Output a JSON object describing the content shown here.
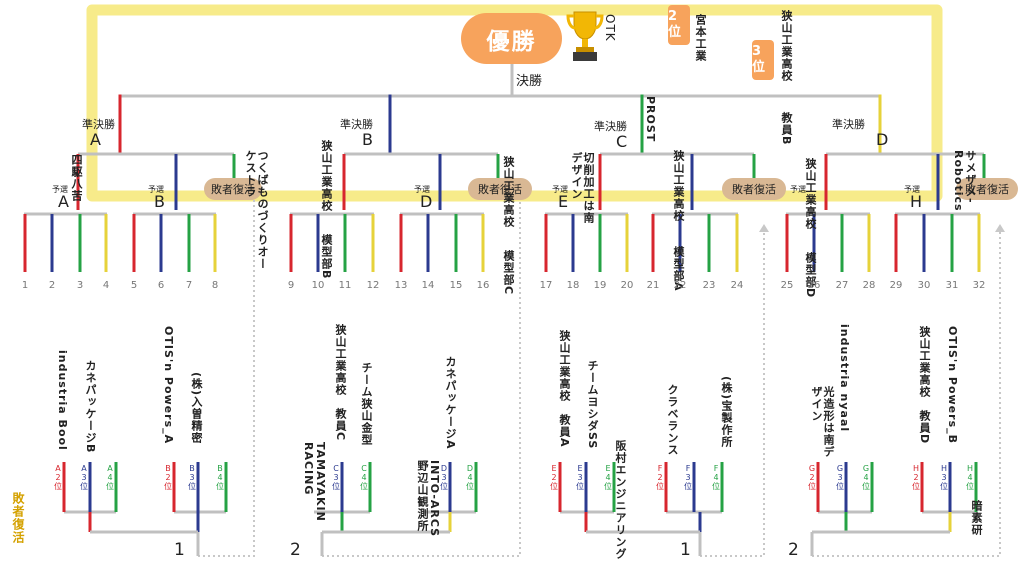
{
  "header": {
    "champion_label": "優勝",
    "champion_team": "OTK",
    "final_label": "決勝",
    "second_rank": "2位",
    "second_team": "宮本工業",
    "third_rank": "3位",
    "third_team_1": "狭山工業高校",
    "third_team_2": "教員B",
    "trophy_icon": "trophy-icon"
  },
  "semis": [
    {
      "label": "準決勝",
      "group": "A"
    },
    {
      "label": "準決勝",
      "group": "B"
    },
    {
      "label": "準決勝",
      "group": "C"
    },
    {
      "label": "準決勝",
      "group": "D"
    }
  ],
  "qualifiers": {
    "label": "予選",
    "groups": [
      "A",
      "B",
      "D",
      "E",
      "H"
    ]
  },
  "winners": {
    "a": "四駆八苦",
    "b": "つくばものづくりオーケストラ",
    "c": "狭山工業高校",
    "c_sub": "模型部B",
    "d": "狭山工業高校",
    "d_sub": "模型部C",
    "e": "切削加工は南デザイン",
    "f": "PROST",
    "g": "狭山工業高校",
    "g_sub": "模型部A",
    "h": "狭山工業高校",
    "h_sub": "模型部D",
    "i": "サメザメ-Robotics"
  },
  "revival": {
    "label": "敗者復活",
    "side_label": "敗者復活"
  },
  "slots": [
    "1",
    "2",
    "3",
    "4",
    "5",
    "6",
    "7",
    "8",
    "9",
    "10",
    "11",
    "12",
    "13",
    "14",
    "15",
    "16",
    "17",
    "18",
    "19",
    "20",
    "21",
    "22",
    "23",
    "24",
    "25",
    "26",
    "27",
    "28",
    "29",
    "30",
    "31",
    "32"
  ],
  "losers": {
    "t1": "industria Bool",
    "t2": "カネパッケージB",
    "t3": "OTIS'n Powers_A",
    "t4": "(株)入曽精密",
    "t5": "TAMAYAKIN RACING",
    "t6": "狭山工業高校　教員C",
    "t7": "チーム狭山金型",
    "t8": "INTO-ARCS 野辺山観測所",
    "t9": "カネパッケージA",
    "t10": "狭山工業高校　教員A",
    "t11": "チームヨシダSS",
    "t12": "阪村エンジニアリング",
    "t13": "クラベランス",
    "t14": "(株)宝製作所",
    "t15": "industria nyaal",
    "t16": "光造形は南デザイン",
    "t17": "狭山工業高校　教員D",
    "t18": "OTIS'n Powers_B",
    "t19": "暗素研"
  },
  "positions": [
    {
      "l": "A",
      "n": "2"
    },
    {
      "l": "A",
      "n": "3"
    },
    {
      "l": "A",
      "n": "4"
    },
    {
      "l": "B",
      "n": "2"
    },
    {
      "l": "B",
      "n": "3"
    },
    {
      "l": "B",
      "n": "4"
    },
    {
      "l": "C",
      "n": "3"
    },
    {
      "l": "C",
      "n": "4"
    },
    {
      "l": "D",
      "n": "3"
    },
    {
      "l": "D",
      "n": "4"
    },
    {
      "l": "E",
      "n": "2"
    },
    {
      "l": "E",
      "n": "3"
    },
    {
      "l": "E",
      "n": "4"
    },
    {
      "l": "F",
      "n": "2"
    },
    {
      "l": "F",
      "n": "3"
    },
    {
      "l": "F",
      "n": "4"
    },
    {
      "l": "G",
      "n": "2"
    },
    {
      "l": "G",
      "n": "3"
    },
    {
      "l": "G",
      "n": "4"
    },
    {
      "l": "H",
      "n": "2"
    },
    {
      "l": "H",
      "n": "3"
    },
    {
      "l": "H",
      "n": "4"
    }
  ],
  "bracket_nums": [
    "1",
    "2",
    "1",
    "2"
  ],
  "colors": {
    "red": "#d7262e",
    "blue": "#2b3a8f",
    "green": "#25a244",
    "yellow": "#e6d23a",
    "gray": "#c0c0c0",
    "highlight": "#f7eb8a",
    "accent": "#f7a35c",
    "pill": "#d9b894",
    "side": "#d4a100"
  }
}
